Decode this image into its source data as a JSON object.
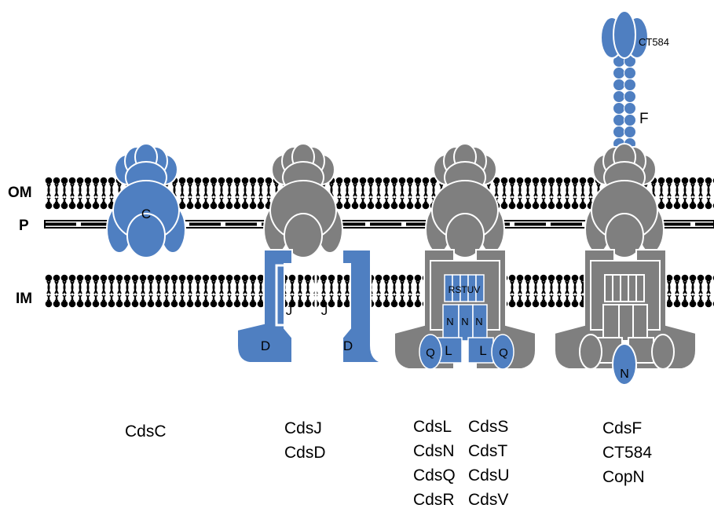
{
  "membrane_labels": {
    "outer": "OM",
    "periplasm": "P",
    "inner": "IM"
  },
  "colors": {
    "component_blue": "#4F7FC1",
    "structure_gray": "#7F7F7F",
    "lipid": "#000000"
  },
  "stages": [
    {
      "structure_labels": [
        "C"
      ],
      "caption_lines": [
        "CdsC"
      ]
    },
    {
      "structure_labels": [
        "J",
        "J",
        "D",
        "D"
      ],
      "caption_lines": [
        "CdsJ",
        "CdsD"
      ]
    },
    {
      "structure_labels": [
        "RSTUV",
        "N",
        "N",
        "N",
        "L",
        "L",
        "Q",
        "Q"
      ],
      "caption_columns": [
        [
          "CdsL",
          "CdsN",
          "CdsQ",
          "CdsR"
        ],
        [
          "CdsS",
          "CdsT",
          "CdsU",
          "CdsV"
        ]
      ]
    },
    {
      "structure_labels": [
        "CT584",
        "F",
        "N"
      ],
      "caption_lines": [
        "CdsF",
        "CT584",
        "CopN"
      ]
    }
  ]
}
